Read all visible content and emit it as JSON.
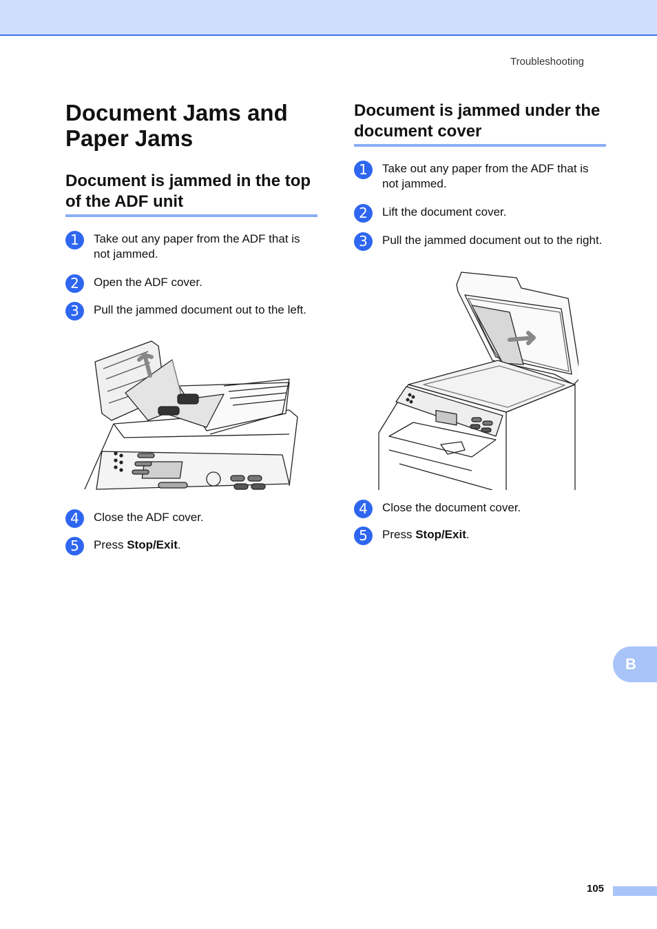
{
  "header": {
    "section": "Troubleshooting"
  },
  "title": "Document Jams and Paper Jams",
  "left": {
    "heading": "Document is jammed in the top of the ADF unit",
    "steps": [
      {
        "num": "1",
        "text": "Take out any paper from the ADF that is not jammed."
      },
      {
        "num": "2",
        "text": "Open the ADF cover."
      },
      {
        "num": "3",
        "text": "Pull the jammed document out to the left."
      },
      {
        "num": "4",
        "text": "Close the ADF cover."
      },
      {
        "num": "5",
        "text_before": "Press ",
        "text_bold": "Stop/Exit",
        "text_after": "."
      }
    ]
  },
  "right": {
    "heading": "Document is jammed under the document cover",
    "steps": [
      {
        "num": "1",
        "text": "Take out any paper from the ADF that is not jammed."
      },
      {
        "num": "2",
        "text": "Lift the document cover."
      },
      {
        "num": "3",
        "text": "Pull the jammed document out to the right."
      },
      {
        "num": "4",
        "text": "Close the document cover."
      },
      {
        "num": "5",
        "text_before": "Press ",
        "text_bold": "Stop/Exit",
        "text_after": "."
      }
    ]
  },
  "side_tab": "B",
  "footer": {
    "page_number": "105"
  },
  "colors": {
    "accent": "#2f66f0",
    "band": "#cfdefc",
    "rule": "#8aaef5",
    "tab": "#a9c4f9"
  }
}
